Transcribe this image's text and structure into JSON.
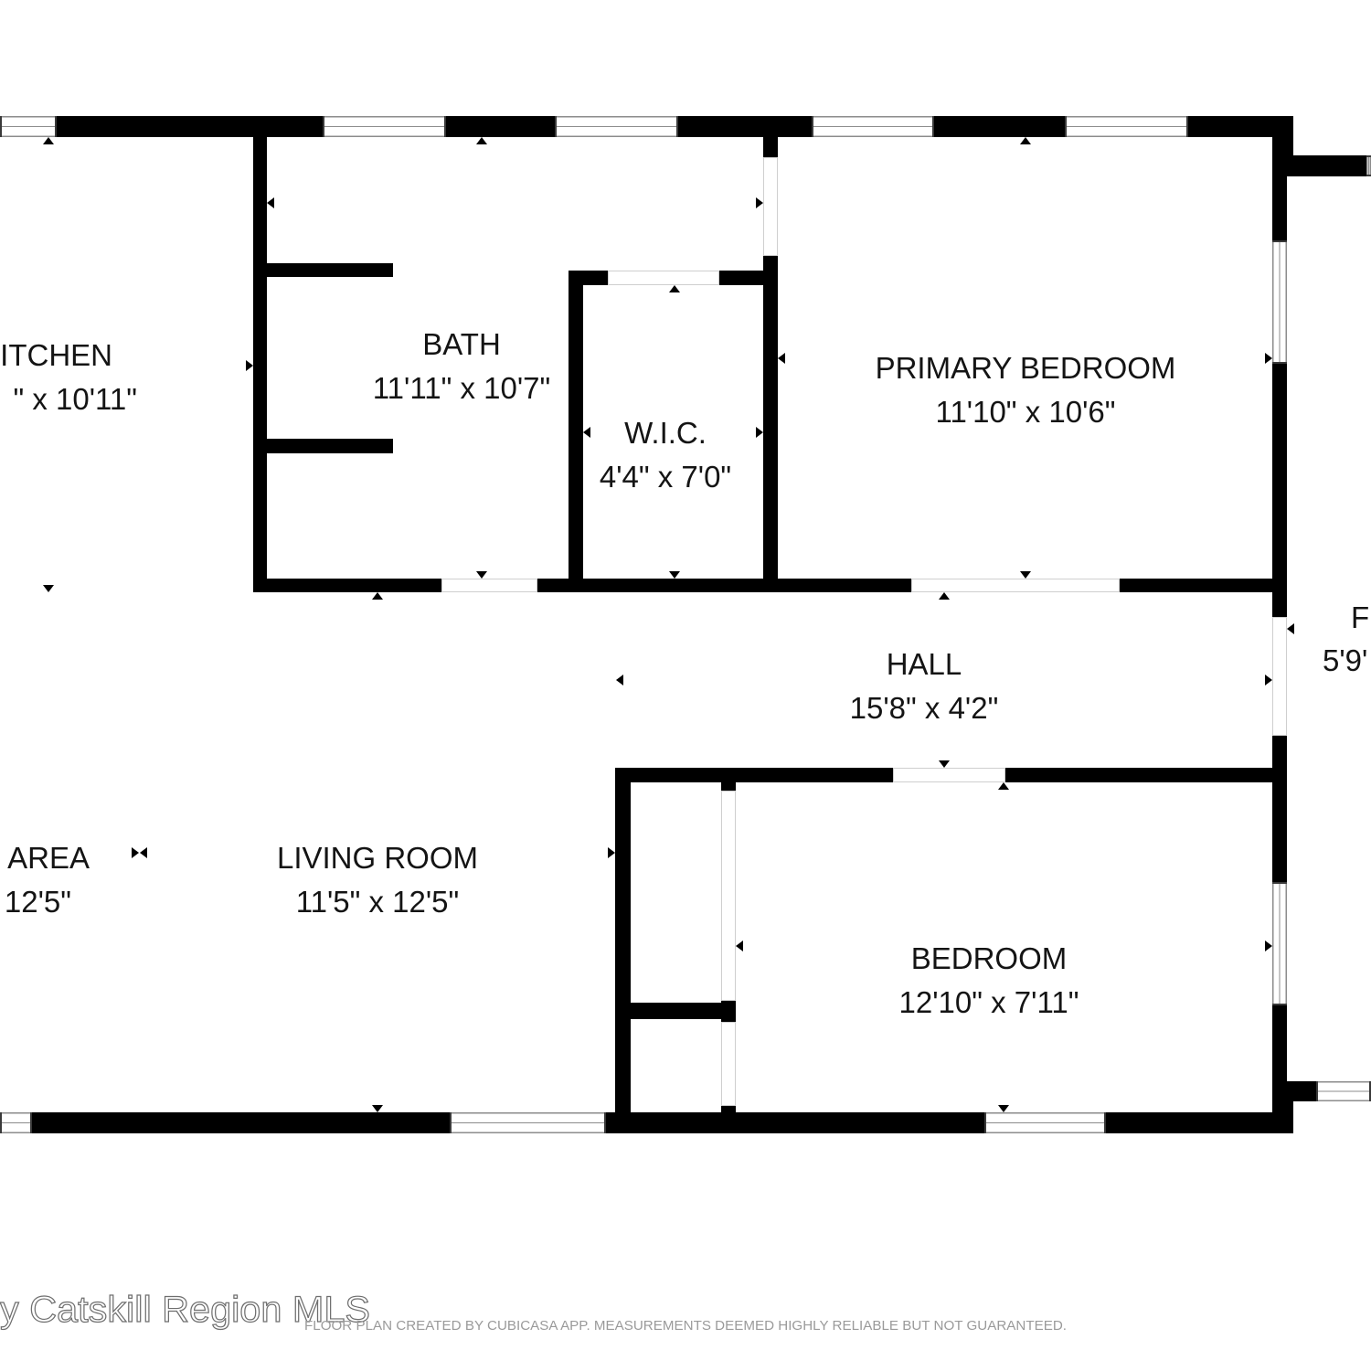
{
  "rooms": {
    "kitchen": {
      "label": "ITCHEN",
      "dimensions": "\" x 10'11\""
    },
    "bath": {
      "label": "BATH",
      "dimensions": "11'11\" x 10'7\""
    },
    "wic": {
      "label": "W.I.C.",
      "dimensions": "4'4\" x 7'0\""
    },
    "primary_bedroom": {
      "label": "PRIMARY BEDROOM",
      "dimensions": "11'10\" x 10'6\""
    },
    "right_room": {
      "label": "F",
      "dimensions": "5'9'"
    },
    "hall": {
      "label": "HALL",
      "dimensions": "15'8\" x 4'2\""
    },
    "dining_area": {
      "label": "G AREA",
      "dimensions": "12'5\""
    },
    "living_room": {
      "label": "LIVING ROOM",
      "dimensions": "11'5\" x 12'5\""
    },
    "bedroom": {
      "label": "BEDROOM",
      "dimensions": "12'10\" x 7'11\""
    }
  },
  "watermark": "y Catskill Region MLS",
  "footer_note": "FLOOR PLAN CREATED BY CUBICASA APP. MEASUREMENTS DEEMED HIGHLY RELIABLE BUT NOT GUARANTEED.",
  "colors": {
    "background": "#ffffff",
    "wall": "#000000",
    "window_stroke": "#8c8c8c",
    "door_stroke": "#cfcfcf",
    "marker": "#000000",
    "label_text": "#141414",
    "footer_text": "#9a9a9a",
    "watermark_stroke": "#6e6e6e"
  }
}
